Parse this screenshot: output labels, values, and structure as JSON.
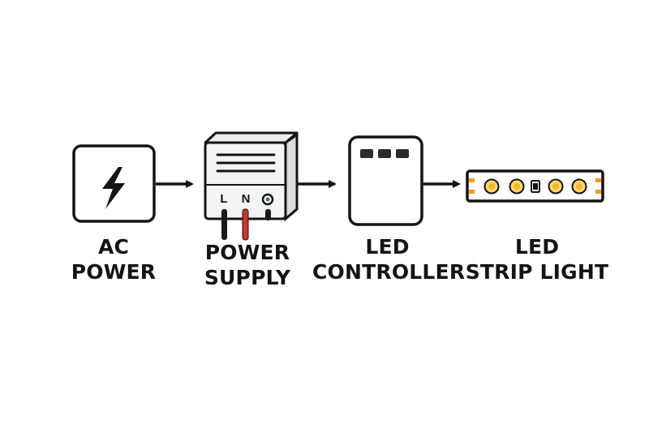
{
  "colors": {
    "stroke": "#141414",
    "panel_fill": "#ffffff",
    "psu_top_fill": "#f1f1f1",
    "psu_side_fill": "#dcdcdc",
    "wire_red": "#d0342c",
    "wire_black": "#1a1a1a",
    "terminal_green": "#2f8a3a",
    "led_glow": "#ffd966",
    "led_core": "#f7b733",
    "strip_edge": "#f59a23"
  },
  "icons": {
    "ac_power": "lightning-bolt-icon",
    "power_supply": "power-supply-unit-icon",
    "controller": "led-controller-icon",
    "strip": "led-strip-icon"
  },
  "psu": {
    "terminal_l": "L",
    "terminal_n": "N"
  },
  "labels": {
    "ac_power": [
      "AC",
      "POWER"
    ],
    "power_supply": [
      "POWER",
      "SUPPLY"
    ],
    "led_controller": [
      "LED",
      "CONTROLLER"
    ],
    "led_strip": [
      "LED",
      "STRIP LIGHT"
    ]
  }
}
